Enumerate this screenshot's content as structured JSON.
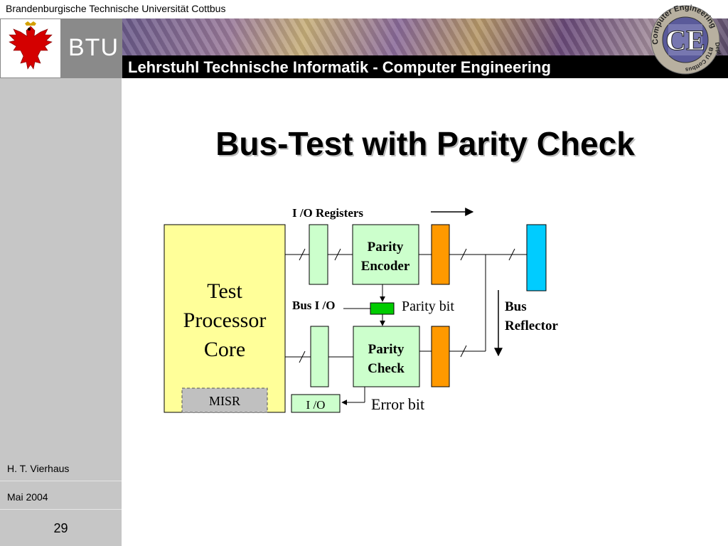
{
  "header": {
    "university": "Brandenburgische Technische Universität Cottbus",
    "btu": "BTU",
    "chair": "Lehrstuhl Technische Informatik - Computer Engineering",
    "logo": {
      "letters": "CE",
      "ring_top": "Computer Engineering",
      "ring_right": "Dept.",
      "ring_bottom": "BTU Cottbus"
    }
  },
  "sidebar": {
    "author": "H. T. Vierhaus",
    "date": "Mai 2004",
    "page": "29"
  },
  "slide": {
    "title": "Bus-Test with Parity Check"
  },
  "diagram": {
    "io_registers_label": "I /O Registers",
    "test_core_line1": "Test",
    "test_core_line2": "Processor",
    "test_core_line3": "Core",
    "misr": "MISR",
    "io_box": "I /O",
    "bus_io": "Bus I /O",
    "parity_encoder_line1": "Parity",
    "parity_encoder_line2": "Encoder",
    "parity_check_line1": "Parity",
    "parity_check_line2": "Check",
    "parity_bit": "Parity bit",
    "error_bit": "Error bit",
    "bus_reflector_line1": "Bus",
    "bus_reflector_line2": "Reflector",
    "colors": {
      "core_fill": "#ffff99",
      "register_fill": "#ccffcc",
      "orange": "#ff9900",
      "reflector": "#00ccff",
      "parity_bit_box": "#00cc00",
      "misr_fill": "#c0c0c0"
    }
  }
}
